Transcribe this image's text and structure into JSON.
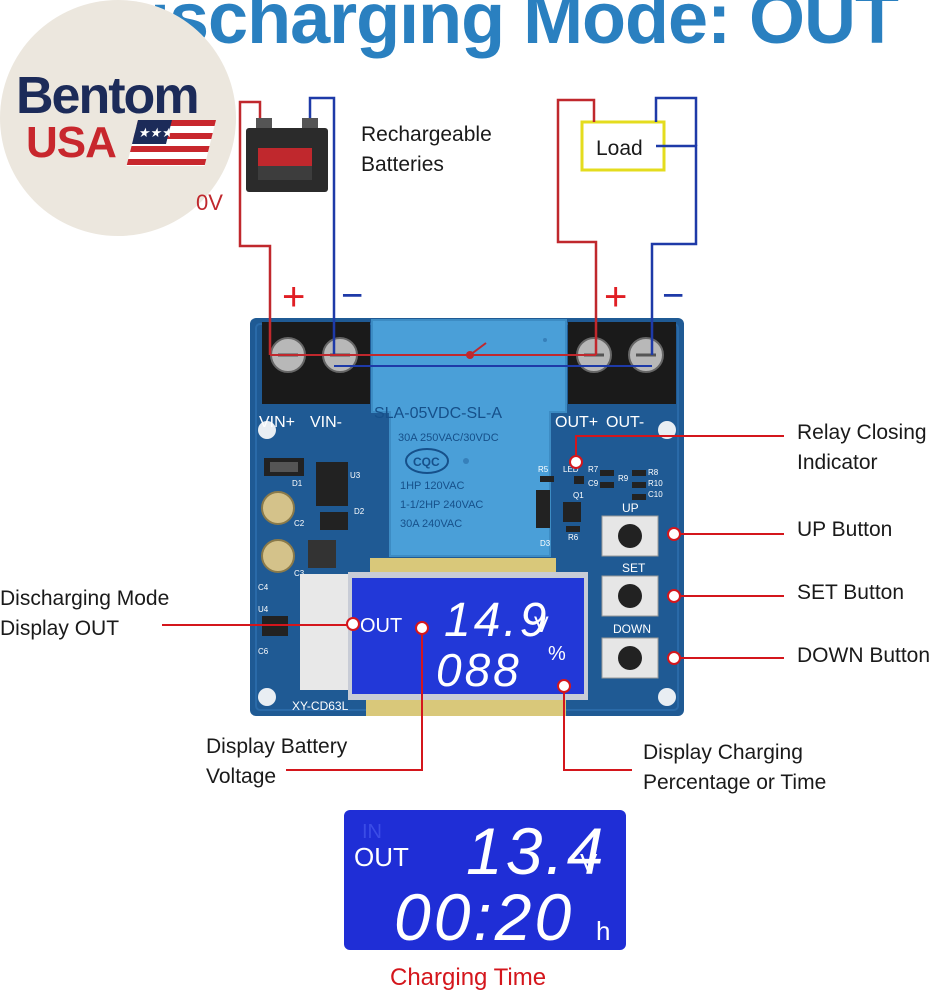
{
  "title": "ischarging Mode: OUT",
  "logo": {
    "brand": "Bentom",
    "country": "USA",
    "fragment_text": "0V"
  },
  "labels": {
    "batteries": "Rechargeable\nBatteries",
    "load": "Load",
    "relay_indicator": "Relay Closing\nIndicator",
    "up_button": "UP Button",
    "set_button": "SET Button",
    "down_button": "DOWN Button",
    "discharging_mode": "Discharging Mode\nDisplay OUT",
    "battery_voltage": "Display Battery\nVoltage",
    "charging_display": "Display Charging\nPercentage or Time"
  },
  "board": {
    "vin_plus": "VIN+",
    "vin_minus": "VIN-",
    "out_plus": "OUT+",
    "out_minus": "OUT-",
    "model": "XY-CD63L",
    "up": "UP",
    "set": "SET",
    "down": "DOWN",
    "relay": {
      "model": "SLA-05VDC-SL-A",
      "rating": "30A 250VAC/30VDC",
      "cert": "CQC",
      "line1": "1HP 120VAC",
      "line2": "1-1/2HP 240VAC",
      "line3": "30A 240VAC"
    },
    "components": {
      "d1": "D1",
      "u3": "U3",
      "d2": "D2",
      "c2": "C2",
      "c3": "C3",
      "c4": "C4",
      "u4": "U4",
      "c6": "C6",
      "d3": "D3",
      "r5": "R5",
      "r6": "R6",
      "q1": "Q1",
      "r7": "R7",
      "r8": "R8",
      "r9": "R9",
      "r10": "R10",
      "c10": "C10",
      "c9": "C9",
      "led": "LED"
    },
    "lcd": {
      "mode": "OUT",
      "voltage": "14.9",
      "voltage_unit": "V",
      "percent": "088",
      "percent_unit": "%"
    }
  },
  "polarity": {
    "plus": "+",
    "minus": "−"
  },
  "bottom_lcd": {
    "faded_in": "IN",
    "mode": "OUT",
    "voltage": "13.4",
    "voltage_unit": "V",
    "time": "00:20",
    "time_unit": "h"
  },
  "footer": "Charging Time",
  "colors": {
    "title_blue": "#2a80c0",
    "wire_red": "#c0282d",
    "wire_blue": "#1e3aa8",
    "pcb_blue": "#1f5a94",
    "relay_blue": "#4a9fd8",
    "lcd_blue": "#1f2ed6",
    "callout_red": "#d4161c",
    "load_yellow": "#e4dc1e"
  }
}
